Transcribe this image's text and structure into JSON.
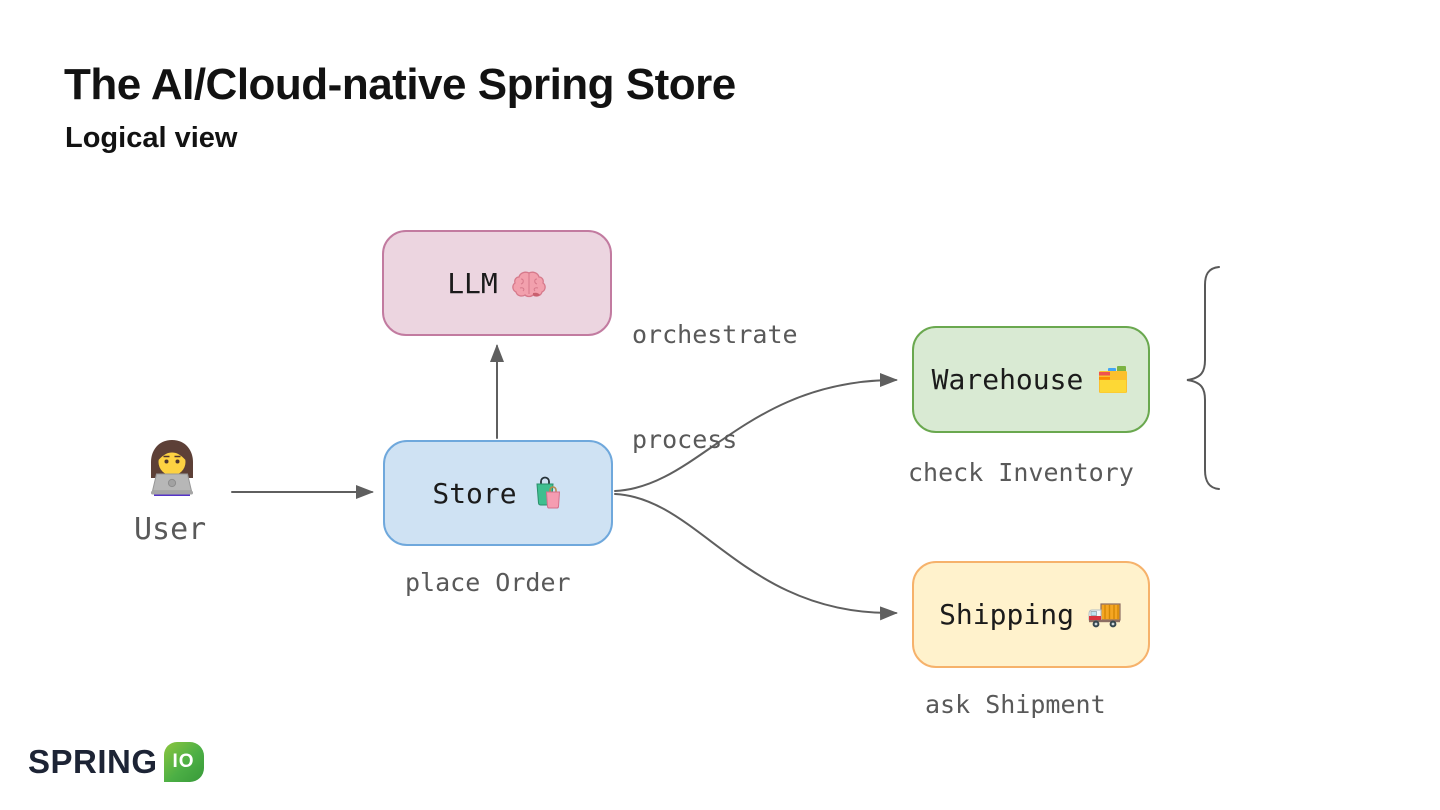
{
  "slide": {
    "title": "The AI/Cloud-native Spring Store",
    "subtitle": "Logical view"
  },
  "user": {
    "label": "User",
    "icon": "woman-technologist-icon"
  },
  "nodes": {
    "llm": {
      "label": "LLM",
      "icon": "brain-icon",
      "fill": "#ecd5e0",
      "border": "#c27ba0"
    },
    "store": {
      "label": "Store",
      "icon": "shopping-bags-icon",
      "fill": "#cfe2f3",
      "border": "#6fa8dc"
    },
    "warehouse": {
      "label": "Warehouse",
      "icon": "card-index-icon",
      "fill": "#d9ead3",
      "border": "#6aa84f"
    },
    "shipping": {
      "label": "Shipping",
      "icon": "delivery-truck-icon",
      "fill": "#fff2cc",
      "border": "#f6b26b"
    }
  },
  "annotations": {
    "orchestrate_line1": "orchestrate",
    "orchestrate_line2": "process",
    "place_order": "place Order",
    "check_inventory": "check Inventory",
    "ask_shipment": "ask Shipment"
  },
  "edges": [
    {
      "from": "user",
      "to": "store"
    },
    {
      "from": "store",
      "to": "llm"
    },
    {
      "from": "store",
      "to": "warehouse"
    },
    {
      "from": "store",
      "to": "shipping"
    }
  ],
  "logo": {
    "brand": "SPRING",
    "badge": "IO"
  },
  "colors": {
    "background": "#ffffff",
    "title_text": "#121212",
    "text_muted": "#595959",
    "arrow": "#5f5f5f"
  }
}
